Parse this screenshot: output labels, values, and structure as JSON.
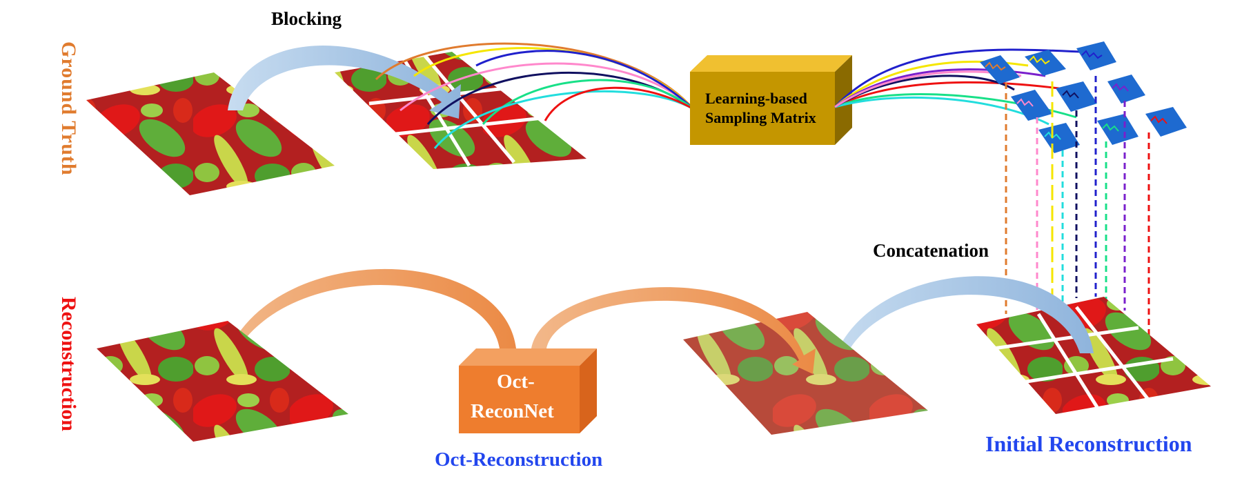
{
  "labels": {
    "ground_truth": "Ground Truth",
    "reconstruction": "Reconstruction",
    "blocking": "Blocking",
    "concatenation": "Concatenation",
    "initial_reconstruction": "Initial Reconstruction",
    "oct_reconstruction": "Oct-Reconstruction",
    "sampling_line1": "Learning-based",
    "sampling_line2": "Sampling Matrix",
    "net_line1": "Oct-",
    "net_line2": "ReconNet"
  },
  "icons": {
    "peppers_image": "peppers-photo",
    "sampling_box": "3d-box",
    "net_box": "3d-box",
    "measurement_strip": "signal-strip"
  },
  "colors": {
    "ground_truth_label": "#e07b2e",
    "reconstruction_label": "#ee1111",
    "blue_label": "#2246ee",
    "sampling_box": "#d99a00",
    "net_box": "#ee7d2e",
    "curve_colors": [
      "#e07b2e",
      "#ff88cc",
      "#f5e600",
      "#22dddd",
      "#101060",
      "#2020cc",
      "#18e088",
      "#7a20cc",
      "#ee1111"
    ]
  }
}
